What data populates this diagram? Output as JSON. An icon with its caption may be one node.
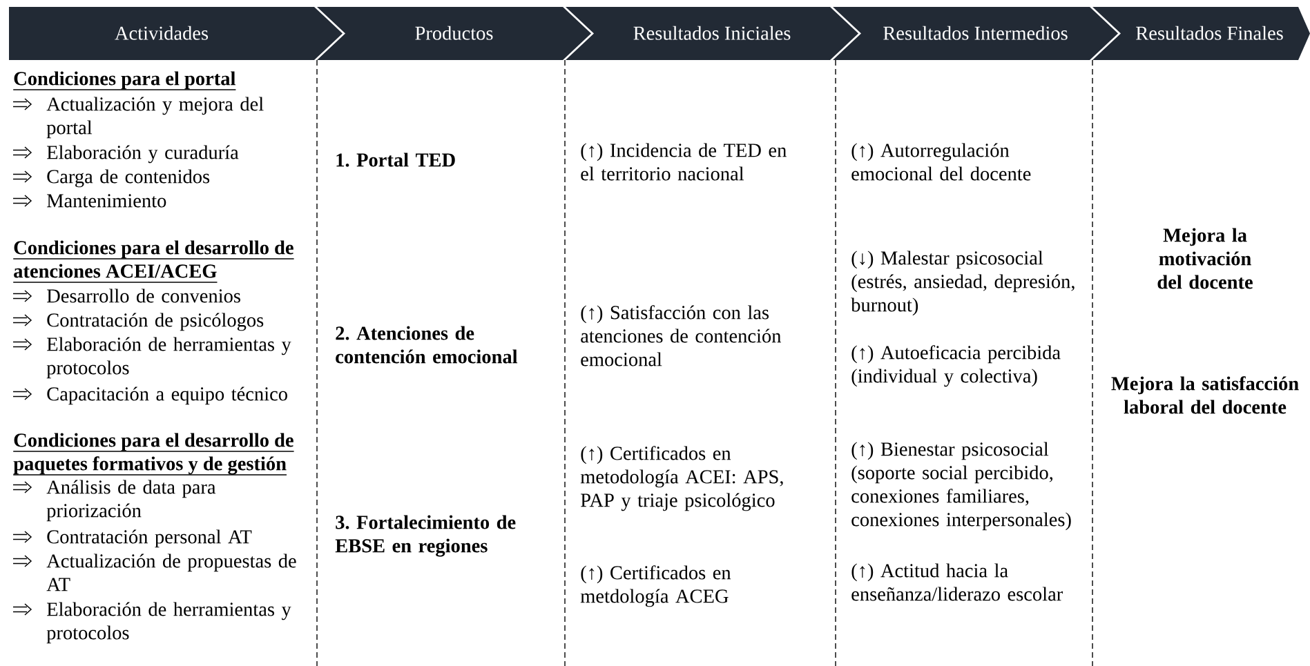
{
  "diagram": {
    "nodes": [
      {
        "text": [
          "Actividades"
        ]
      },
      {
        "text": [
          "Productos"
        ]
      },
      {
        "text": [
          "Resultados Iniciales"
        ]
      },
      {
        "text": [
          "Resultados Intermedios"
        ]
      },
      {
        "text": [
          "Resultados Finales"
        ]
      }
    ],
    "labels": [
      "Condiciones para el portal",
      "Actualización y mejora del portal",
      "Elaboración y curaduría",
      "Carga de contenidos",
      "Mantenimiento",
      "Condiciones para el desarrollo de atenciones ACEI/ACEG",
      "Desarrollo de convenios",
      "Contratación de psicólogos",
      "Elaboración de herramientas y protocolos",
      "Capacitación a equipo técnico",
      "Condiciones para el desarrollo de paquetes formativos y de gestión",
      "Análisis de data para priorización",
      "Contratación personal AT",
      "Actualización de propuestas de AT",
      "Elaboración de herramientas y protocolos",
      "1. Portal TED",
      "2. Atenciones de contención emocional",
      "3. Fortalecimiento de EBSE en regiones",
      "(↑) Incidencia de TED en el territorio nacional",
      "(↑) Satisfacción con las atenciones de contención emocional",
      "(↑) Certificados en metodología ACEI: APS, PAP y triaje psicológico",
      "(↑) Certificados en metdología ACEG",
      "(↑) Autorregulación emocional del docente",
      "(↓) Malestar psicosocial (estrés, ansiedad, depresión, burnout)",
      "(↑) Autoeficacia percibida (individual y colectiva)",
      "(↑) Bienestar psicosocial (soporte social percibido, conexiones familiares, conexiones interpersonales)",
      "(↑) Actitud hacia la enseñanza/liderazo escolar",
      "Mejora la motivación del docente",
      "Mejora la satisfacción laboral del docente"
    ]
  }
}
